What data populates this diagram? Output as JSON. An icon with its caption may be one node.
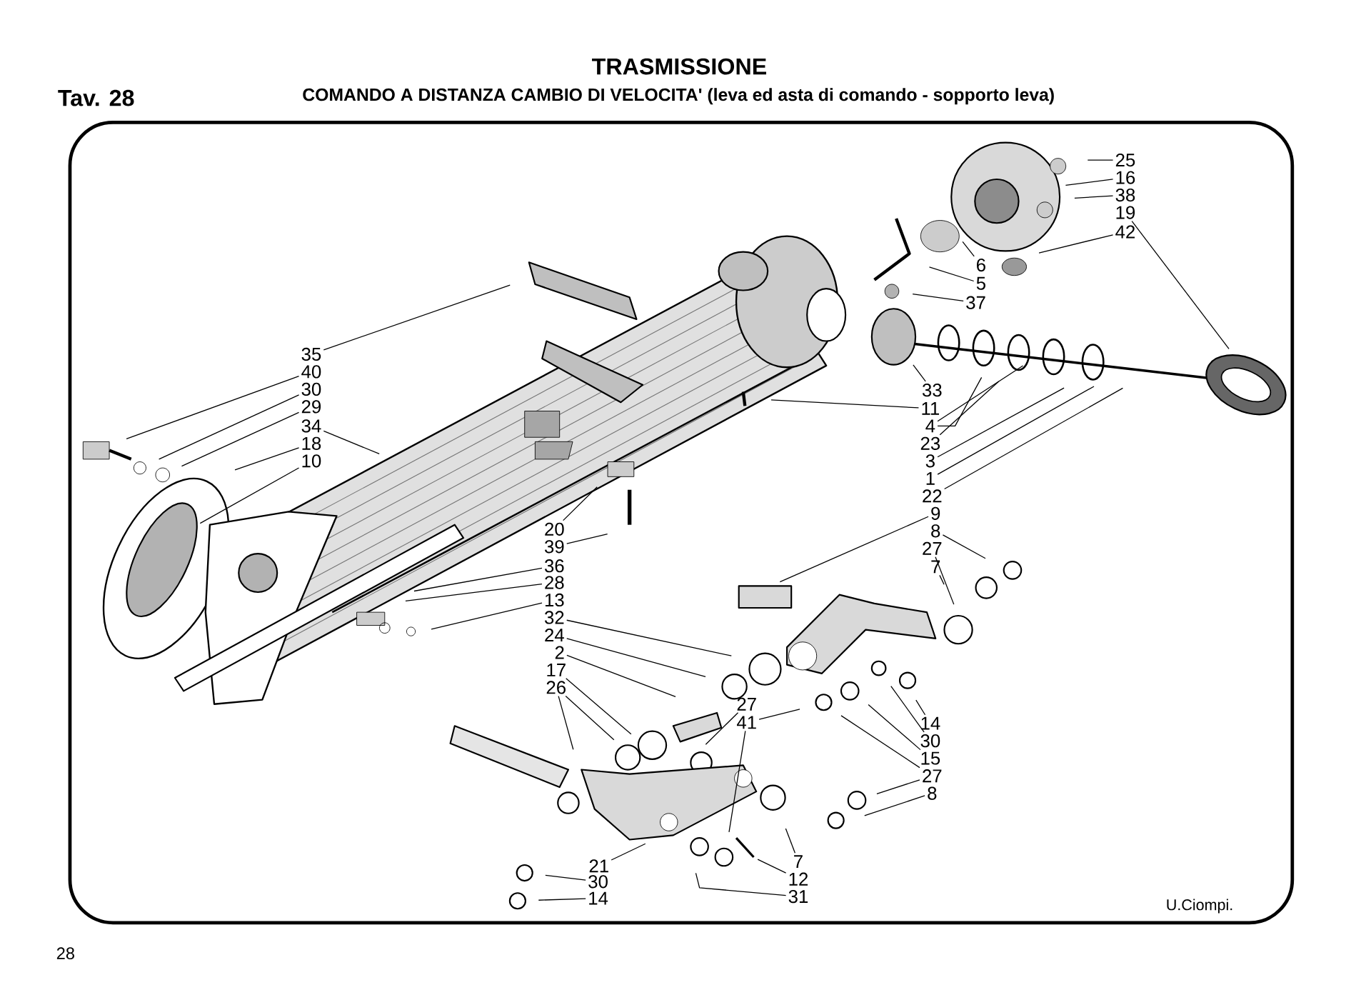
{
  "diagram": {
    "title": "TRASMISSIONE",
    "nodes": [
      {
        "text": [
          "25"
        ]
      },
      {
        "text": [
          "16"
        ]
      },
      {
        "text": [
          "38"
        ]
      },
      {
        "text": [
          "19"
        ]
      },
      {
        "text": [
          "42"
        ]
      },
      {
        "text": [
          "6"
        ]
      },
      {
        "text": [
          "5"
        ]
      },
      {
        "text": [
          "37"
        ]
      },
      {
        "text": [
          "35"
        ]
      },
      {
        "text": [
          "40"
        ]
      },
      {
        "text": [
          "33"
        ]
      },
      {
        "text": [
          "30"
        ]
      },
      {
        "text": [
          "29"
        ]
      },
      {
        "text": [
          "11"
        ]
      },
      {
        "text": [
          "34"
        ]
      },
      {
        "text": [
          "4"
        ]
      },
      {
        "text": [
          "18"
        ]
      },
      {
        "text": [
          "23"
        ]
      },
      {
        "text": [
          "10"
        ]
      },
      {
        "text": [
          "3"
        ]
      },
      {
        "text": [
          "1"
        ]
      },
      {
        "text": [
          "22"
        ]
      },
      {
        "text": [
          "9"
        ]
      },
      {
        "text": [
          "20"
        ]
      },
      {
        "text": [
          "8"
        ]
      },
      {
        "text": [
          "39"
        ]
      },
      {
        "text": [
          "27"
        ]
      },
      {
        "text": [
          "36"
        ]
      },
      {
        "text": [
          "7"
        ]
      },
      {
        "text": [
          "28"
        ]
      },
      {
        "text": [
          "13"
        ]
      },
      {
        "text": [
          "32"
        ]
      },
      {
        "text": [
          "24"
        ]
      },
      {
        "text": [
          "2"
        ]
      },
      {
        "text": [
          "17"
        ]
      },
      {
        "text": [
          "26"
        ]
      },
      {
        "text": [
          "27"
        ]
      },
      {
        "text": [
          "41"
        ]
      },
      {
        "text": [
          "14"
        ]
      },
      {
        "text": [
          "30"
        ]
      },
      {
        "text": [
          "15"
        ]
      },
      {
        "text": [
          "27"
        ]
      },
      {
        "text": [
          "8"
        ]
      },
      {
        "text": [
          "7"
        ]
      },
      {
        "text": [
          "21"
        ]
      },
      {
        "text": [
          "12"
        ]
      },
      {
        "text": [
          "30"
        ]
      },
      {
        "text": [
          "31"
        ]
      },
      {
        "text": [
          "14"
        ]
      }
    ],
    "edges": [
      {
        "from": 0,
        "to": null,
        "arrow": "none"
      },
      {
        "from": 1,
        "to": null,
        "arrow": "none"
      },
      {
        "from": 2,
        "to": null,
        "arrow": "none"
      },
      {
        "from": 3,
        "to": null,
        "arrow": "none"
      },
      {
        "from": 4,
        "to": null,
        "arrow": "none"
      },
      {
        "from": 5,
        "to": null,
        "arrow": "none"
      },
      {
        "from": 6,
        "to": null,
        "arrow": "none"
      },
      {
        "from": 7,
        "to": null,
        "arrow": "none"
      },
      {
        "from": 8,
        "to": null,
        "arrow": "none"
      },
      {
        "from": 9,
        "to": null,
        "arrow": "none"
      },
      {
        "from": 10,
        "to": null,
        "arrow": "none"
      },
      {
        "from": 11,
        "to": null,
        "arrow": "none"
      },
      {
        "from": 12,
        "to": null,
        "arrow": "none"
      },
      {
        "from": 13,
        "to": null,
        "arrow": "none"
      },
      {
        "from": 14,
        "to": null,
        "arrow": "none"
      },
      {
        "from": 15,
        "to": null,
        "arrow": "none"
      },
      {
        "from": 15,
        "to": null,
        "arrow": "none"
      },
      {
        "from": 16,
        "to": null,
        "arrow": "none"
      },
      {
        "from": 17,
        "to": null,
        "arrow": "none"
      },
      {
        "from": 18,
        "to": null,
        "arrow": "none"
      },
      {
        "from": 19,
        "to": null,
        "arrow": "none"
      },
      {
        "from": 20,
        "to": null,
        "arrow": "none"
      },
      {
        "from": 21,
        "to": null,
        "arrow": "none"
      },
      {
        "from": 22,
        "to": null,
        "arrow": "none"
      },
      {
        "from": 23,
        "to": null,
        "arrow": "none"
      },
      {
        "from": 24,
        "to": null,
        "arrow": "none"
      },
      {
        "from": 25,
        "to": null,
        "arrow": "none"
      },
      {
        "from": 26,
        "to": null,
        "arrow": "none"
      },
      {
        "from": 27,
        "to": null,
        "arrow": "none"
      },
      {
        "from": 28,
        "to": null,
        "arrow": "none"
      },
      {
        "from": 29,
        "to": null,
        "arrow": "none"
      },
      {
        "from": 30,
        "to": null,
        "arrow": "none"
      },
      {
        "from": 31,
        "to": null,
        "arrow": "none"
      },
      {
        "from": 32,
        "to": null,
        "arrow": "none"
      },
      {
        "from": 33,
        "to": null,
        "arrow": "none"
      },
      {
        "from": 34,
        "to": null,
        "arrow": "none"
      },
      {
        "from": 35,
        "to": null,
        "arrow": "none"
      },
      {
        "from": 35,
        "to": null,
        "arrow": "none"
      },
      {
        "from": 36,
        "to": null,
        "arrow": "none"
      },
      {
        "from": 37,
        "to": null,
        "arrow": "none"
      },
      {
        "from": 37,
        "to": null,
        "arrow": "none"
      },
      {
        "from": 38,
        "to": null,
        "arrow": "none"
      },
      {
        "from": 39,
        "to": null,
        "arrow": "none"
      },
      {
        "from": 40,
        "to": null,
        "arrow": "none"
      },
      {
        "from": 41,
        "to": null,
        "arrow": "none"
      },
      {
        "from": 41,
        "to": null,
        "arrow": "none"
      },
      {
        "from": 42,
        "to": null,
        "arrow": "none"
      },
      {
        "from": 43,
        "to": null,
        "arrow": "none"
      },
      {
        "from": 45,
        "to": null,
        "arrow": "none"
      },
      {
        "from": 47,
        "to": null,
        "arrow": "none"
      },
      {
        "from": 44,
        "to": null,
        "arrow": "none"
      },
      {
        "from": 46,
        "to": null,
        "arrow": "none"
      },
      {
        "from": 48,
        "to": null,
        "arrow": "none"
      }
    ],
    "labels": [
      "Tav. 28",
      "COMANDO A DISTANZA CAMBIO DI VELOCITA' (leva ed asta di comando - sopporto leva)",
      "U.Ciompi.",
      "28"
    ]
  }
}
